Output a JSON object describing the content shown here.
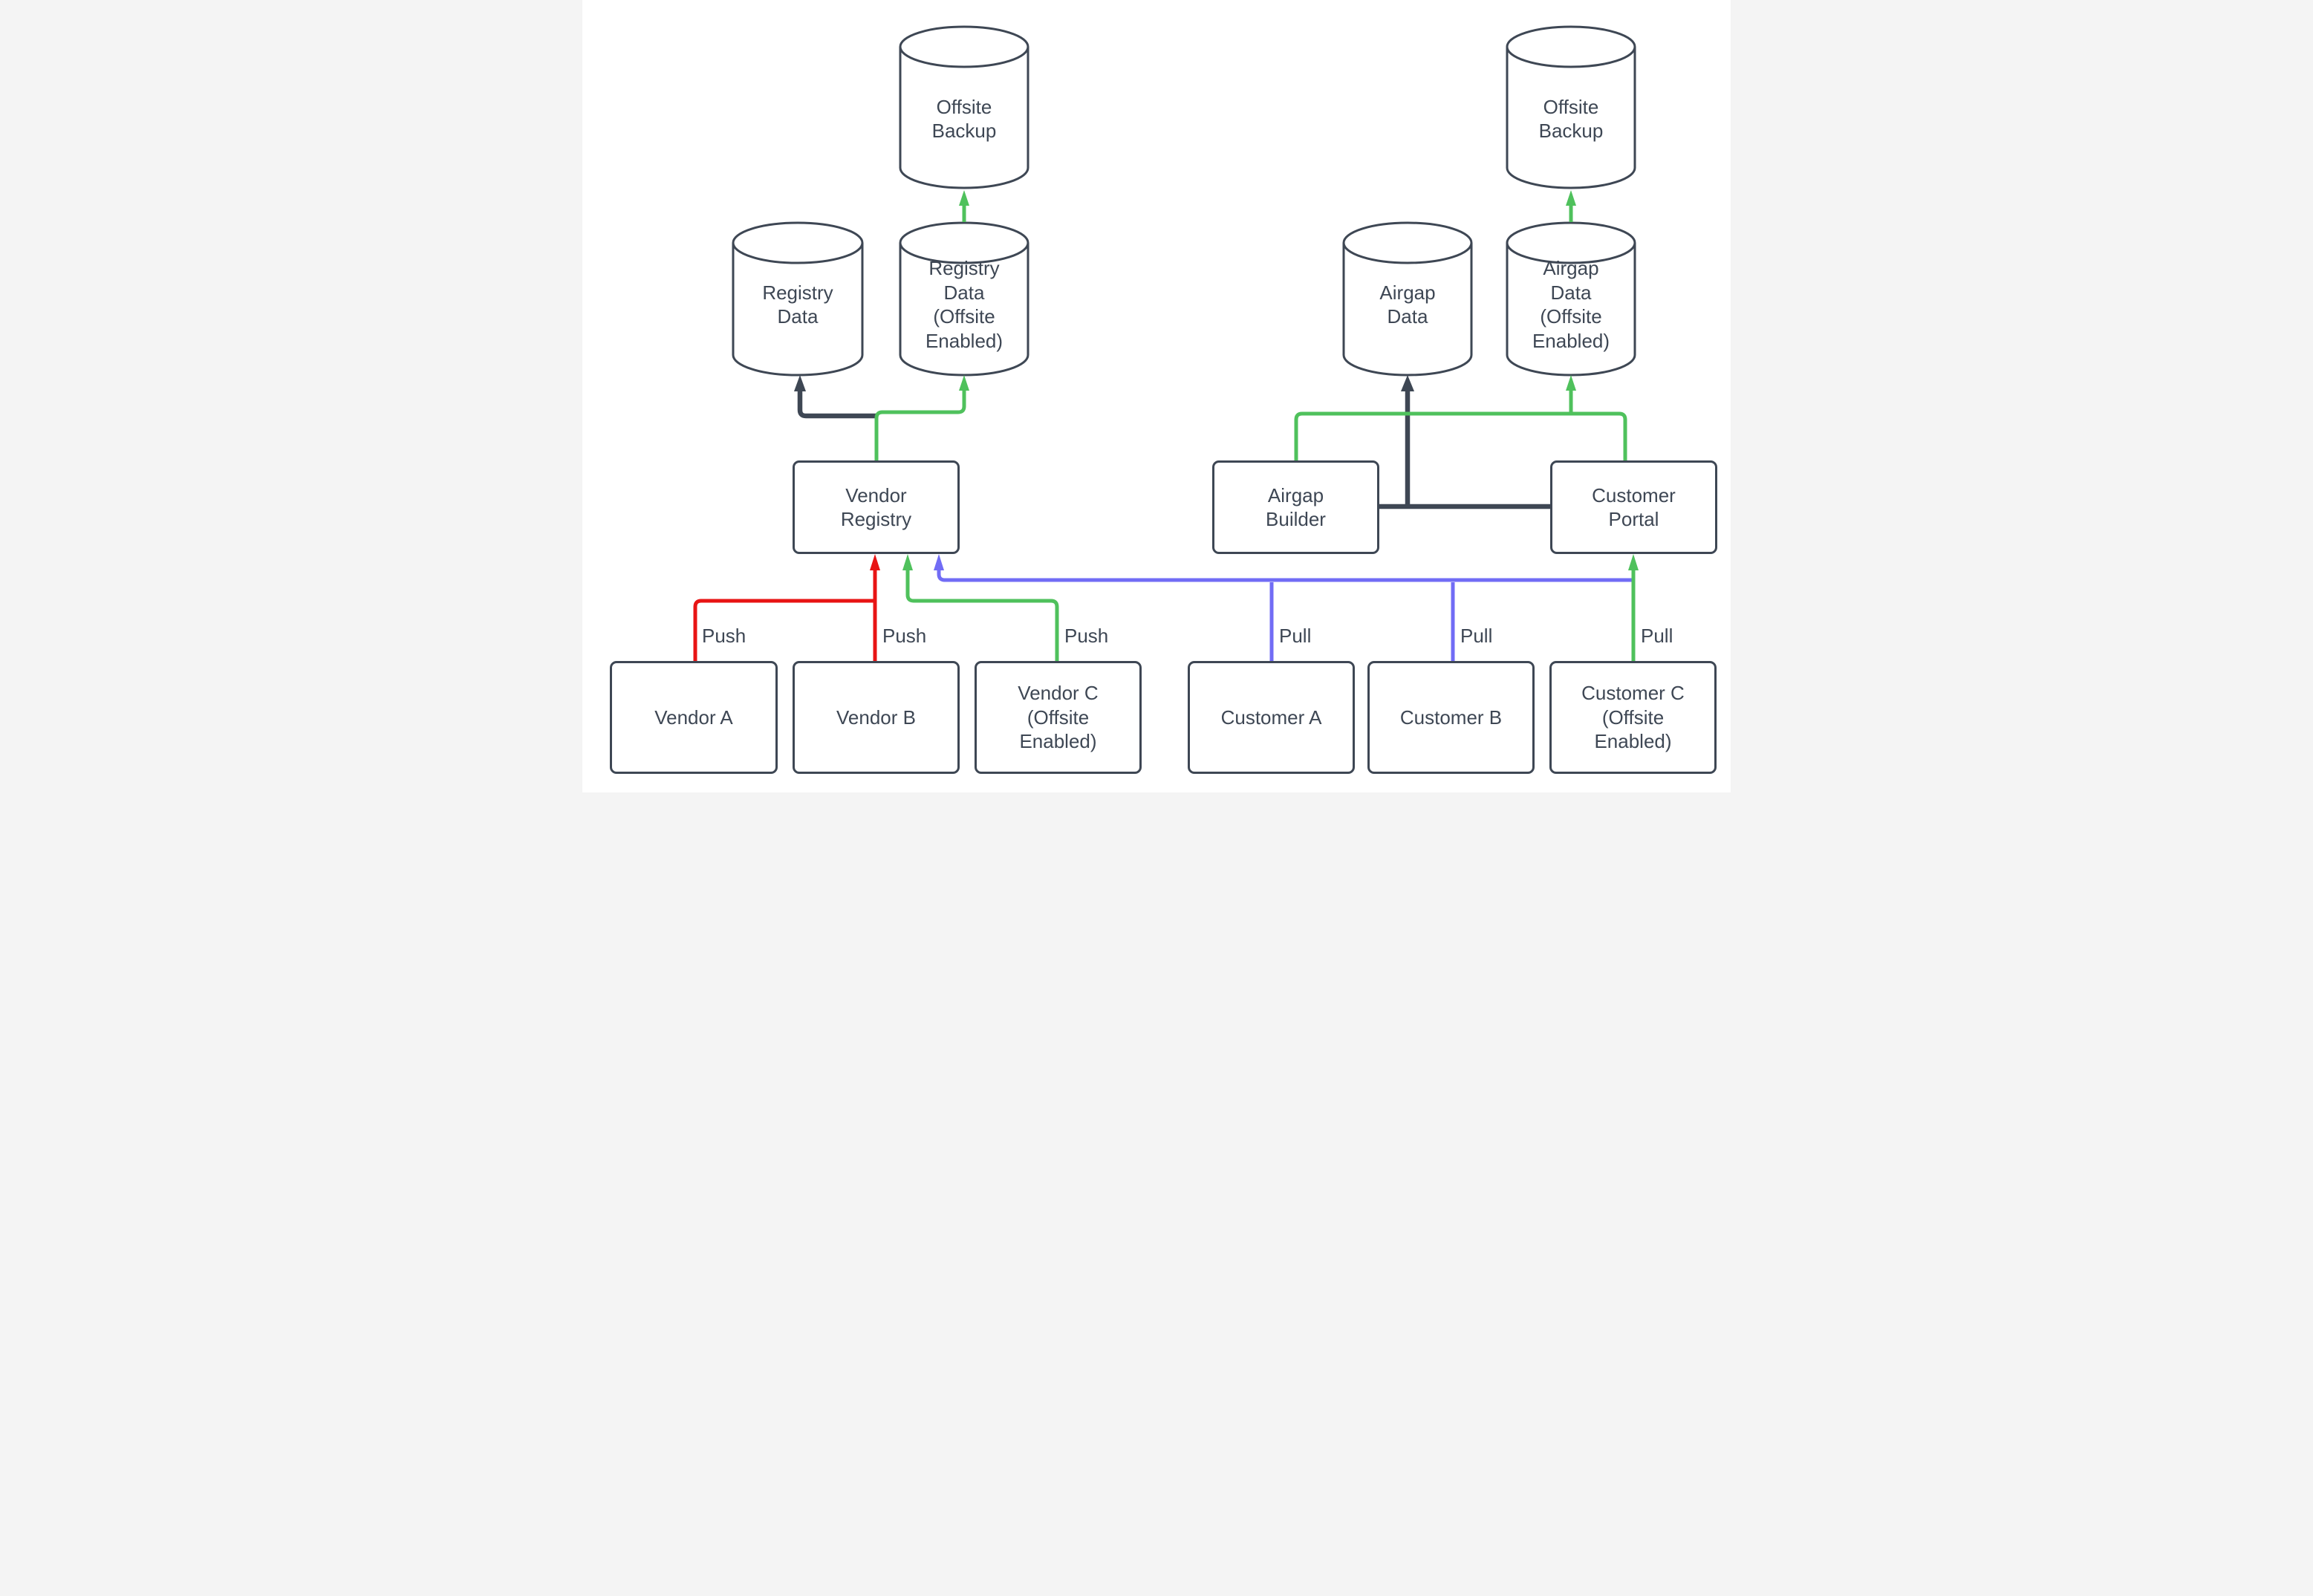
{
  "colors": {
    "dark": "#3e4754",
    "green": "#4fc15c",
    "red": "#e81414",
    "blue": "#716cf5",
    "background": "#ffffff",
    "text": "#3e4754"
  },
  "nodes": {
    "offsite_backup_left": {
      "label": "Offsite\nBackup",
      "shape": "cylinder"
    },
    "registry_data": {
      "label": "Registry\nData",
      "shape": "cylinder"
    },
    "registry_data_offsite": {
      "label": "Registry\nData\n(Offsite\nEnabled)",
      "shape": "cylinder"
    },
    "vendor_registry": {
      "label": "Vendor\nRegistry",
      "shape": "rect"
    },
    "vendor_a": {
      "label": "Vendor A",
      "shape": "rect"
    },
    "vendor_b": {
      "label": "Vendor B",
      "shape": "rect"
    },
    "vendor_c": {
      "label": "Vendor C\n(Offsite\nEnabled)",
      "shape": "rect"
    },
    "offsite_backup_right": {
      "label": "Offsite\nBackup",
      "shape": "cylinder"
    },
    "airgap_data": {
      "label": "Airgap\nData",
      "shape": "cylinder"
    },
    "airgap_data_offsite": {
      "label": "Airgap\nData\n(Offsite\nEnabled)",
      "shape": "cylinder"
    },
    "airgap_builder": {
      "label": "Airgap\nBuilder",
      "shape": "rect"
    },
    "customer_portal": {
      "label": "Customer\nPortal",
      "shape": "rect"
    },
    "customer_a": {
      "label": "Customer A",
      "shape": "rect"
    },
    "customer_b": {
      "label": "Customer B",
      "shape": "rect"
    },
    "customer_c": {
      "label": "Customer C\n(Offsite\nEnabled)",
      "shape": "rect"
    }
  },
  "edges": [
    {
      "from": "Vendor A",
      "to": "Vendor Registry",
      "label": "Push",
      "color": "red"
    },
    {
      "from": "Vendor B",
      "to": "Vendor Registry",
      "label": "Push",
      "color": "red"
    },
    {
      "from": "Vendor C (Offsite Enabled)",
      "to": "Vendor Registry",
      "label": "Push",
      "color": "green"
    },
    {
      "from": "Customer A",
      "to": "Vendor Registry",
      "label": "Pull",
      "color": "blue"
    },
    {
      "from": "Customer B",
      "to": "Vendor Registry",
      "label": "Pull",
      "color": "blue"
    },
    {
      "from": "Customer C (Offsite Enabled)",
      "to": "Customer Portal",
      "label": "Pull",
      "color": "green"
    },
    {
      "from": "Vendor Registry",
      "to": "Registry Data",
      "label": "",
      "color": "dark"
    },
    {
      "from": "Vendor Registry",
      "to": "Registry Data (Offsite Enabled)",
      "label": "",
      "color": "green"
    },
    {
      "from": "Registry Data (Offsite Enabled)",
      "to": "Offsite Backup",
      "label": "",
      "color": "green"
    },
    {
      "from": "Airgap Builder",
      "to": "Customer Portal",
      "label": "",
      "color": "dark"
    },
    {
      "from": "Airgap Builder",
      "to": "Airgap Data",
      "label": "",
      "color": "dark"
    },
    {
      "from": "Airgap Builder",
      "to": "Airgap Data (Offsite Enabled)",
      "label": "",
      "color": "green"
    },
    {
      "from": "Airgap Builder",
      "to": "Customer Portal (top)",
      "label": "",
      "color": "green"
    },
    {
      "from": "Airgap Data (Offsite Enabled)",
      "to": "Offsite Backup",
      "label": "",
      "color": "green"
    }
  ]
}
